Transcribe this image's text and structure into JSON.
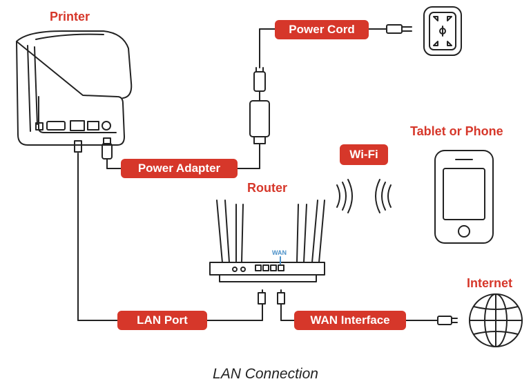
{
  "headings": {
    "printer": "Printer",
    "router": "Router",
    "tablet": "Tablet or Phone",
    "internet": "Internet"
  },
  "pills": {
    "power_cord": "Power Cord",
    "power_adapter": "Power Adapter",
    "wifi": "Wi-Fi",
    "lan_port": "LAN Port",
    "wan_interface": "WAN Interface"
  },
  "router_port_label": "WAN",
  "caption": "LAN Connection",
  "colors": {
    "accent": "#d6372a",
    "line": "#222222",
    "wan_label": "#4a90c8"
  },
  "icons": [
    "printer-icon",
    "power-outlet-icon",
    "power-adapter-icon",
    "router-icon",
    "wifi-waves-icon",
    "smartphone-icon",
    "globe-icon",
    "ethernet-plug-icon"
  ]
}
